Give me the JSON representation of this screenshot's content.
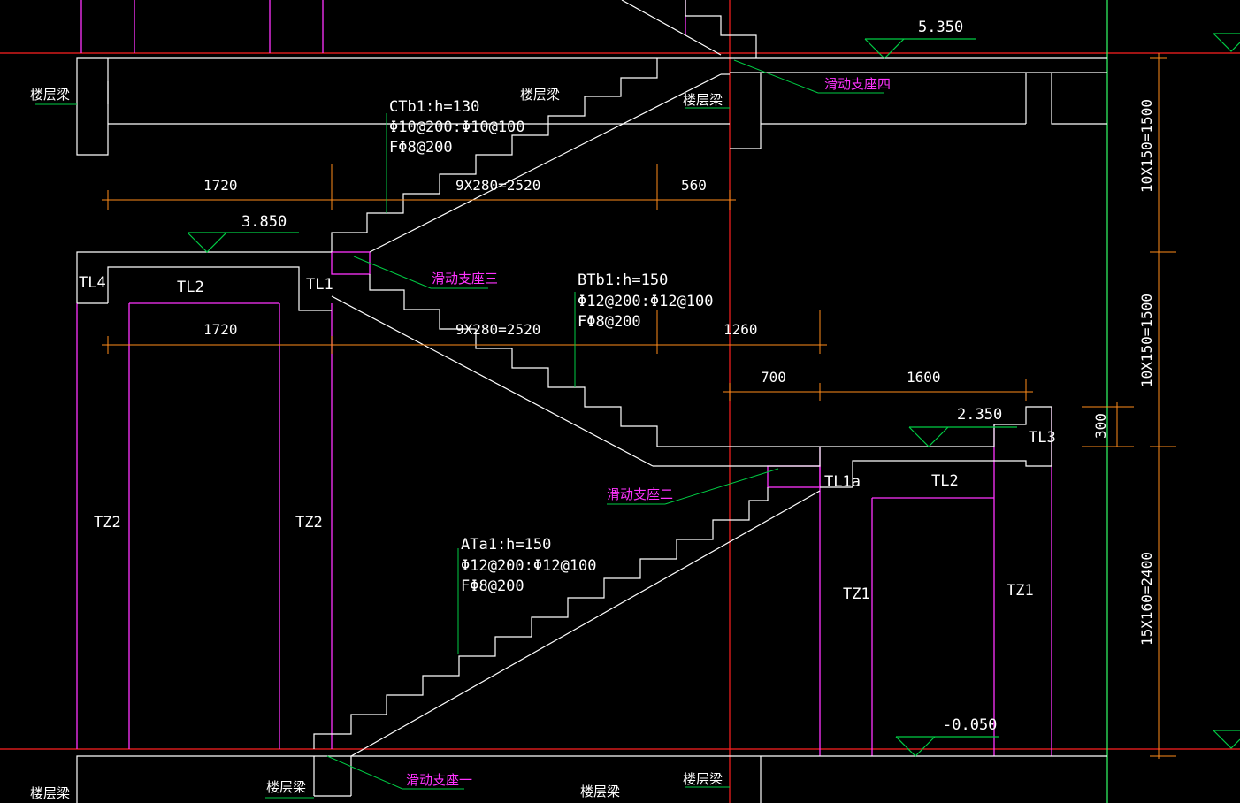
{
  "elevations": {
    "e5350": "5.350",
    "e3850": "3.850",
    "e2350": "2.350",
    "e0050": "-0.050"
  },
  "dimensions": {
    "top_1720": "1720",
    "top_steps": "9X280=2520",
    "top_560": "560",
    "mid_1720": "1720",
    "mid_steps": "9X280=2520",
    "mid_1260": "1260",
    "low_700": "700",
    "low_1600": "1600",
    "right_300": "300",
    "right_upper": "10X150=1500",
    "right_middle": "10X150=1500",
    "right_lower": "15X160=2400"
  },
  "slab_notes": {
    "ctb1": {
      "name": "CTb1:h=130",
      "rebar": "Φ10@200:Φ10@100",
      "dist": "FΦ8@200"
    },
    "btb1": {
      "name": "BTb1:h=150",
      "rebar": "Φ12@200:Φ12@100",
      "dist": "FΦ8@200"
    },
    "ata1": {
      "name": "ATa1:h=150",
      "rebar": "Φ12@200:Φ12@100",
      "dist": "FΦ8@200"
    }
  },
  "members": {
    "tl4": "TL4",
    "tl2_left": "TL2",
    "tl1": "TL1",
    "tl1a": "TL1a",
    "tl2_right": "TL2",
    "tl3": "TL3",
    "tz2_left": "TZ2",
    "tz2_right": "TZ2",
    "tz1_left": "TZ1",
    "tz1_right": "TZ1"
  },
  "floor_beam_labels": {
    "top_left": "楼层梁",
    "top_mid": "楼层梁",
    "top_right": "楼层梁",
    "bottom_left": "楼层梁",
    "bottom_2": "楼层梁",
    "bottom_3": "楼层梁",
    "bottom_4": "楼层梁"
  },
  "sliding_supports": {
    "s4": "滑动支座四",
    "s3": "滑动支座三",
    "s2": "滑动支座二",
    "s1": "滑动支座一"
  },
  "colors": {
    "background": "#000000",
    "outline": "#ffffff",
    "axis": "#ff2020",
    "dimension": "#ff8c1a",
    "leader": "#00cc44",
    "column": "#ff33ff",
    "right_line": "#33ff66"
  }
}
